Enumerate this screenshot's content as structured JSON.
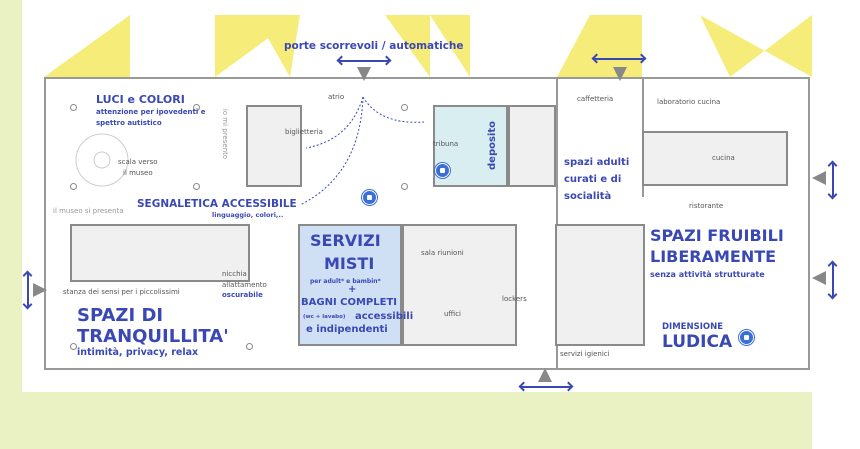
{
  "colors": {
    "accent": "#3a48b4",
    "yellow": "#f5ec7a",
    "green": "#eaf2c4",
    "wall": "#8a8a8a"
  },
  "header": {
    "doors": "porte scorrevoli / automatiche"
  },
  "zones": {
    "luci": {
      "title": "LUCI e COLORI",
      "subtitle_line1": "attenzione per ipovedenti e",
      "subtitle_line2": "spettro autistico"
    },
    "segnaletica": {
      "title": "SEGNALETICA ACCESSIBILE",
      "subtitle": "linguaggio, colori,.."
    },
    "tranquillita": {
      "title_line1": "SPAZI DI",
      "title_line2": "TRANQUILLITA'",
      "subtitle": "intimità, privacy, relax"
    },
    "servizi": {
      "title_line1": "SERVIZI",
      "title_line2": "MISTI",
      "subtitle": "per adult* e bambin*",
      "plus": "+",
      "bagni": "BAGNI COMPLETI",
      "wc": "(wc + lavabo)",
      "accessibili": "accessibili",
      "indipendenti": "e indipendenti"
    },
    "adulti": {
      "line1": "spazi adulti",
      "line2": "curati e di",
      "line3": "socialità"
    },
    "fruibili": {
      "title_line1": "SPAZI FRUIBILI",
      "title_line2": "LIBERAMENTE",
      "subtitle": "senza attività strutturate"
    },
    "ludica": {
      "line1": "DIMENSIONE",
      "line2": "LUDICA"
    },
    "deposito": "deposito"
  },
  "rooms": {
    "atrio": "atrio",
    "biglietteria": "biglietteria",
    "io_mi_presento": "io mi presento",
    "scala_line1": "scala verso",
    "scala_line2": "il museo",
    "museo_si_presenta": "il museo si presenta",
    "stanza_sensi": "stanza dei sensi per i piccolissimi",
    "nicchia_line1": "nicchia",
    "nicchia_line2": "allattamento",
    "oscurabile": "oscurabile",
    "tribuna": "tribuna",
    "sala_riunioni": "sala riunioni",
    "uffici": "uffici",
    "lockers": "lockers",
    "caffetteria": "caffetteria",
    "laboratorio": "laboratorio cucina",
    "cucina": "cucina",
    "ristorante": "ristorante",
    "servizi_igienici": "servizi igienici"
  }
}
